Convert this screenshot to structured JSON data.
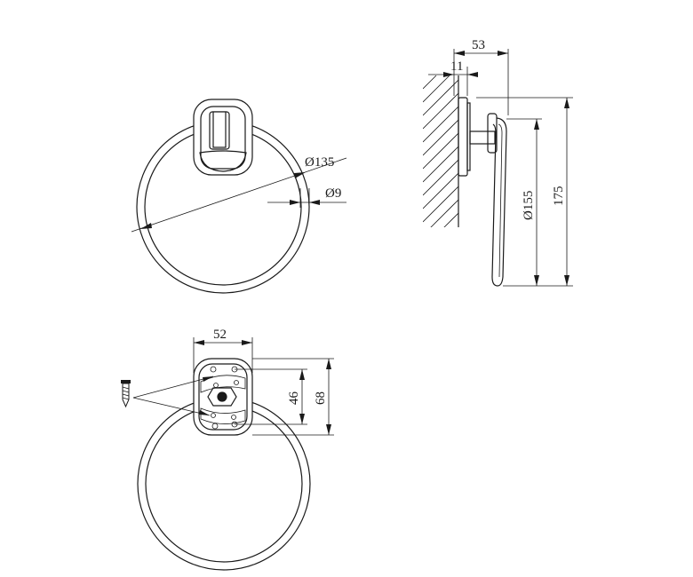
{
  "views": {
    "front": {
      "dim_ring_diameter": "Ø135",
      "dim_rod_diameter": "Ø9"
    },
    "side": {
      "dim_depth": "53",
      "dim_plate_thickness": "11",
      "dim_ring_height": "Ø155",
      "dim_total_height": "175"
    },
    "mount": {
      "dim_plate_width": "52",
      "dim_hole_spacing": "46",
      "dim_plate_height": "68"
    }
  },
  "icons": {
    "screw": "screw-icon"
  }
}
